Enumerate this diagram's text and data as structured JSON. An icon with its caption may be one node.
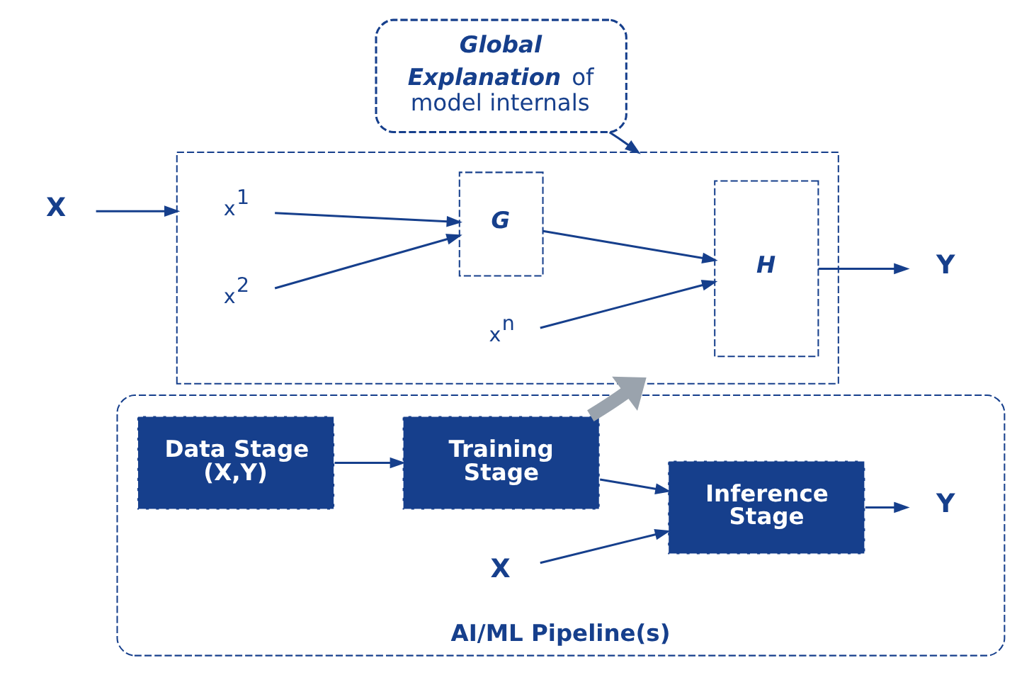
{
  "diagram": {
    "nodes": [
      {
        "text": [],
        "shape": "box"
      },
      {
        "text": [
          "X"
        ]
      },
      {
        "text": [
          "x$^{1}$"
        ],
        "in": 0
      },
      {
        "text": [
          "x$^{2}$"
        ],
        "in": 0
      },
      {
        "text": [
          "x$^{n}$"
        ],
        "in": 0
      },
      {
        "text": [
          "G"
        ],
        "in": 0
      },
      {
        "text": [
          "H"
        ],
        "in": 0
      },
      {
        "text": [
          "Y"
        ]
      },
      {
        "text": [
          "**Global Explanation** of model internals"
        ]
      },
      {
        "text": [
          "AI/ML Pipeline(s)"
        ]
      },
      {
        "text": [
          "Data Stage (X,Y)"
        ],
        "in": 9
      },
      {
        "text": [
          "Training Stage"
        ],
        "in": 9
      },
      {
        "text": [
          "Inference Stage"
        ],
        "in": 9
      },
      {
        "text": [
          "Y"
        ],
        "in": 9
      },
      {
        "text": [
          "X"
        ],
        "in": 9
      }
    ],
    "edges": [
      {
        "from": 1,
        "to": 0,
        "arrow": "to"
      },
      {
        "from": 2,
        "to": 5,
        "arrow": "to"
      },
      {
        "from": 3,
        "to": 5,
        "arrow": "to"
      },
      {
        "from": 5,
        "to": 6,
        "arrow": "to"
      },
      {
        "from": 4,
        "to": 6,
        "arrow": "to"
      },
      {
        "from": 6,
        "to": 7,
        "arrow": "to"
      },
      {
        "from": 8,
        "to": 0,
        "arrow": "to"
      },
      {
        "from": 11,
        "to": 0,
        "arrow": "to",
        "style": "thick",
        "color": "#9aa3ad"
      },
      {
        "from": 10,
        "to": 11,
        "arrow": "to"
      },
      {
        "from": 11,
        "to": 12,
        "arrow": "to"
      },
      {
        "from": 12,
        "to": 13,
        "arrow": "to"
      },
      {
        "from": 14,
        "to": 12,
        "arrow": "to"
      }
    ]
  }
}
